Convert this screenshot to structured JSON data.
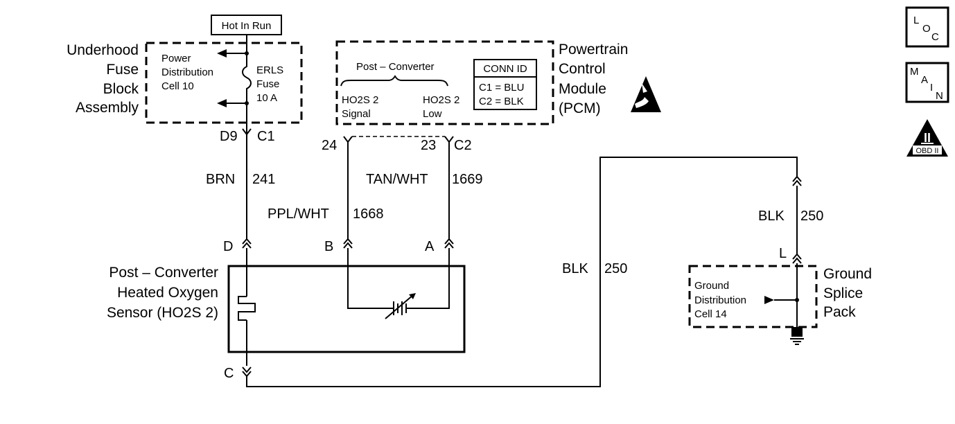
{
  "top": {
    "hot_in_run": "Hot In Run"
  },
  "fuse_block": {
    "name_line1": "Underhood",
    "name_line2": "Fuse",
    "name_line3": "Block",
    "name_line4": "Assembly",
    "cell_line1": "Power",
    "cell_line2": "Distribution",
    "cell_line3": "Cell 10",
    "fuse_line1": "ERLS",
    "fuse_line2": "Fuse",
    "fuse_line3": "10 A"
  },
  "pcm": {
    "name_line1": "Powertrain",
    "name_line2": "Control",
    "name_line3": "Module",
    "name_line4": "(PCM)",
    "post_converter": "Post – Converter",
    "signal_line1": "HO2S 2",
    "signal_line2": "Signal",
    "low_line1": "HO2S 2",
    "low_line2": "Low",
    "conn_id_title": "CONN ID",
    "conn_c1": "C1 = BLU",
    "conn_c2": "C2 = BLK"
  },
  "connectors": {
    "d9": "D9",
    "c1": "C1",
    "pin24": "24",
    "pin23": "23",
    "c2": "C2",
    "d": "D",
    "b": "B",
    "a": "A",
    "c": "C",
    "l": "L"
  },
  "wires": {
    "brn": "BRN",
    "brn_circuit": "241",
    "tan_wht": "TAN/WHT",
    "tan_wht_circuit": "1669",
    "ppl_wht": "PPL/WHT",
    "ppl_wht_circuit": "1668",
    "blk_left": "BLK",
    "blk_left_circuit": "250",
    "blk_right": "BLK",
    "blk_right_circuit": "250"
  },
  "sensor": {
    "line1": "Post – Converter",
    "line2": "Heated Oxygen",
    "line3": "Sensor (HO2S 2)"
  },
  "ground_splice": {
    "name_line1": "Ground",
    "name_line2": "Splice",
    "name_line3": "Pack",
    "cell_line1": "Ground",
    "cell_line2": "Distribution",
    "cell_line3": "Cell 14"
  },
  "icons": {
    "loc": {
      "l": "L",
      "o": "O",
      "c": "C"
    },
    "main": {
      "m": "M",
      "a": "A",
      "i": "I",
      "n": "N"
    },
    "obd": {
      "roman": "II",
      "label": "OBD II"
    }
  }
}
